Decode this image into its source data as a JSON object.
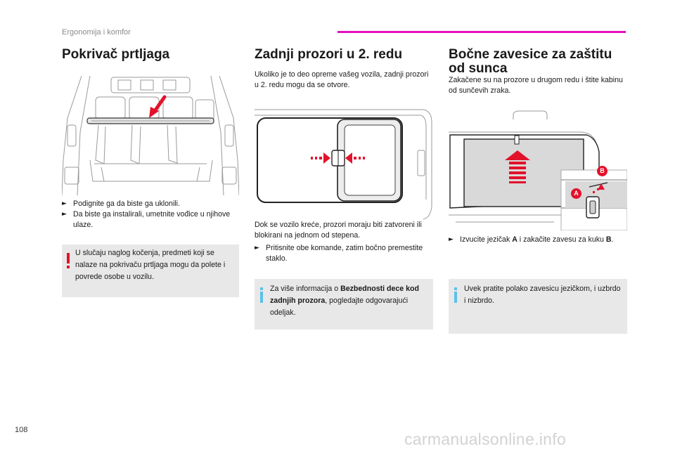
{
  "header": {
    "section": "Ergonomija i komfor",
    "accent_color": "#e40fbe"
  },
  "page_number": "108",
  "footer": {
    "watermark": "carmanualsonline.info"
  },
  "col1": {
    "title": "Pokrivač prtljaga",
    "bullets": [
      "Podignite ga da biste ga uklonili.",
      "Da biste ga instalirali, umetnite vođice u njihove ulaze."
    ],
    "warning": "U slučaju naglog kočenja, predmeti koji se nalaze na pokrivaču prtljaga mogu da polete i povrede osobe u vozilu."
  },
  "col2": {
    "title": "Zadnji prozori u 2. redu",
    "intro": "Ukoliko je to deo opreme vašeg vozila, zadnji prozori u 2. redu mogu da se otvore.",
    "text": "Dok se vozilo kreće, prozori moraju biti zatvoreni ili blokirani na jednom od stepena.",
    "bullets": [
      "Pritisnite obe komande, zatim bočno premestite staklo."
    ],
    "info_pre": "Za više informacija o ",
    "info_bold": "Bezbednosti dece kod zadnjih prozora",
    "info_post": ", pogledajte odgovarajući odeljak."
  },
  "col3": {
    "title": "Bočne zavesice za zaštitu od sunca",
    "intro": "Zakačene su na prozore u drugom redu i štite kabinu od sunčevih zraka.",
    "bullet_pre": "Izvucite jezičak ",
    "bullet_a": "A",
    "bullet_mid": " i zakačite zavesu za kuku ",
    "bullet_b": "B",
    "bullet_post": ".",
    "info": "Uvek pratite polako zavesicu jezičkom, i uzbrdo i nizbrdo.",
    "label_a": "A",
    "label_b": "B"
  },
  "colors": {
    "arrow_red": "#e3122b",
    "info_blue": "#5bc0eb",
    "box_grey": "#e8e8e8"
  }
}
